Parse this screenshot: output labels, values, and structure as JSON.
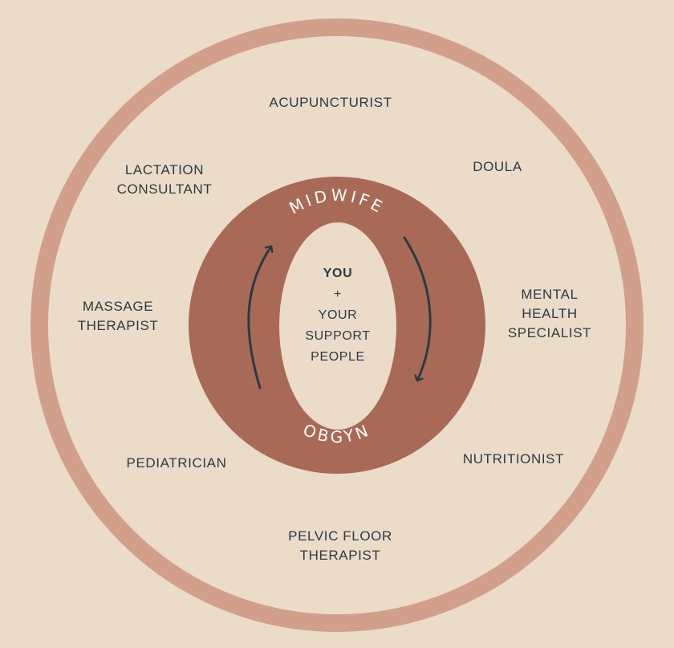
{
  "colors": {
    "background": "#ebdcc9",
    "outer_ring": "#d2a08a",
    "inner_ring": "#a86a56",
    "center_fill": "#ebdcc9",
    "text": "#2b3a44",
    "arc_text": "#ffffff",
    "arrow": "#2b3a44"
  },
  "inner_ring": {
    "top_label": "MIDWIFE",
    "bottom_label": "OBGYN"
  },
  "center": {
    "line1": "YOU",
    "line2": "+",
    "line3": "YOUR",
    "line4": "SUPPORT",
    "line5": "PEOPLE"
  },
  "roles": {
    "acupuncturist": {
      "line1": "ACUPUNCTURIST"
    },
    "doula": {
      "line1": "DOULA"
    },
    "lactation": {
      "line1": "LACTATION",
      "line2": "CONSULTANT"
    },
    "massage": {
      "line1": "MASSAGE",
      "line2": "THERAPIST"
    },
    "mental_health": {
      "line1": "MENTAL",
      "line2": "HEALTH",
      "line3": "SPECIALIST"
    },
    "pediatrician": {
      "line1": "PEDIATRICIAN"
    },
    "nutritionist": {
      "line1": "NUTRITIONIST"
    },
    "pelvic_floor": {
      "line1": "PELVIC FLOOR",
      "line2": "THERAPIST"
    }
  },
  "icons": {
    "left_arrow": "curved-arrow-up-icon",
    "right_arrow": "curved-arrow-down-icon"
  }
}
